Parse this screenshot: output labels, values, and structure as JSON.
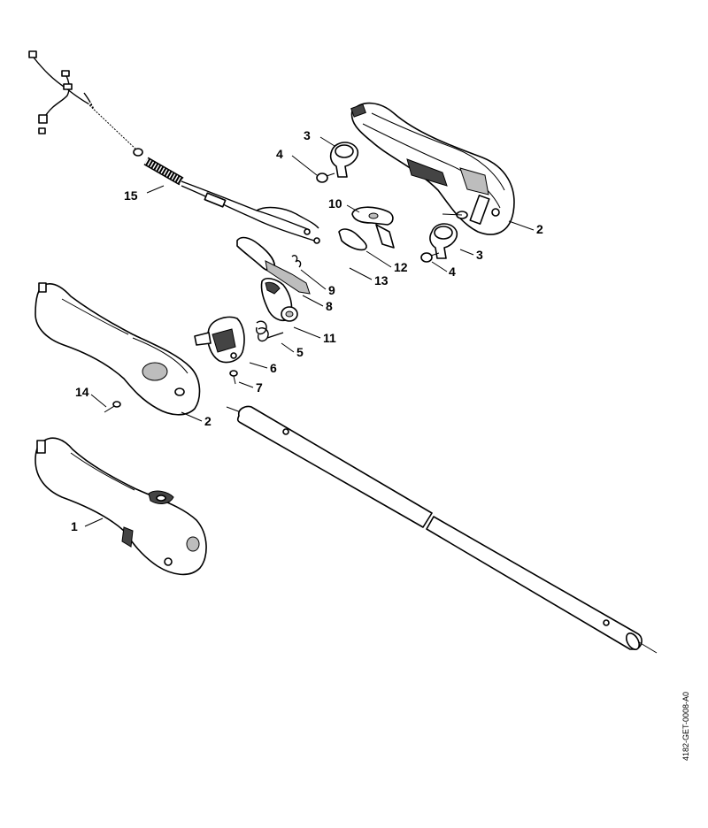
{
  "labels": {
    "l1": "1",
    "l2a": "2",
    "l2b": "2",
    "l3a": "3",
    "l3b": "3",
    "l4a": "4",
    "l4b": "4",
    "l5": "5",
    "l6": "6",
    "l7": "7",
    "l8": "8",
    "l9": "9",
    "l10": "10",
    "l11": "11",
    "l12": "12",
    "l13": "13",
    "l14": "14",
    "l15": "15"
  },
  "doc_code": "4182-GET-0008-A0"
}
